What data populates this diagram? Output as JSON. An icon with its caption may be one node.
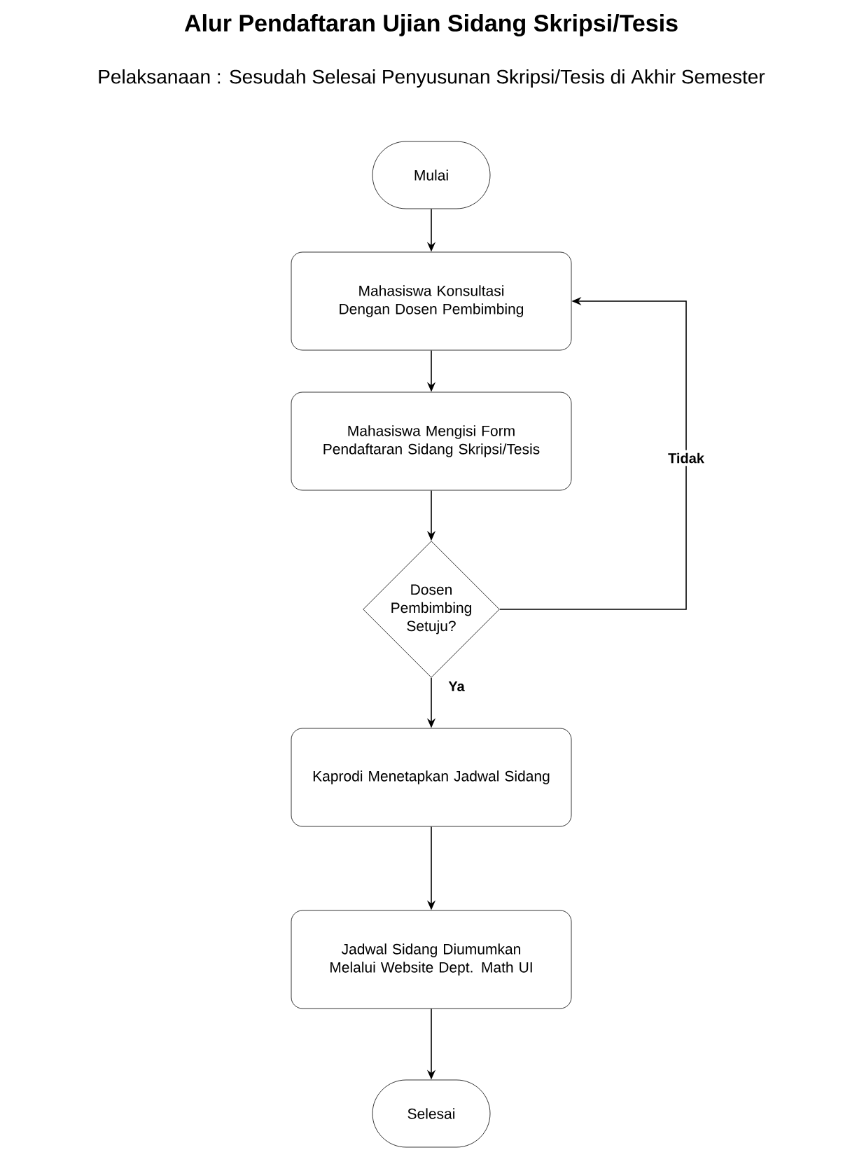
{
  "diagram": {
    "title": "Alur Pendaftaran Ujian Sidang Skripsi/Tesis",
    "nodes": [
      {
        "text": [
          "Mulai"
        ]
      },
      {
        "text": [
          "Mahasiswa Konsultasi Dengan Dosen Pembimbing"
        ]
      },
      {
        "text": [
          "Mahasiswa Mengisi Form Pendaftaran Sidang Skripsi/Tesis"
        ]
      },
      {
        "text": [
          "Dosen Pembimbing Setuju?"
        ]
      },
      {
        "text": [
          "Kaprodi Menetapkan Jadwal Sidang"
        ]
      },
      {
        "text": [
          "Jadwal Sidang Diumumkan Melalui Website Dept. Math UI"
        ]
      },
      {
        "text": [
          "Selesai"
        ]
      }
    ],
    "edges": [
      {
        "from": 0,
        "to": 1,
        "arrow": "to"
      },
      {
        "from": 1,
        "to": 2,
        "arrow": "to"
      },
      {
        "from": 2,
        "to": 3,
        "arrow": "to"
      },
      {
        "from": 3,
        "to": 4,
        "arrow": "to",
        "label": "Ya"
      },
      {
        "from": 4,
        "to": 5,
        "arrow": "to"
      },
      {
        "from": 5,
        "to": 6,
        "arrow": "to"
      },
      {
        "from": 3,
        "to": 1,
        "arrow": "to",
        "label": "Tidak"
      }
    ],
    "labels": [
      "Pelaksanaan : Sesudah Selesai Penyusunan Skripsi/Tesis di Akhir Semester"
    ]
  }
}
